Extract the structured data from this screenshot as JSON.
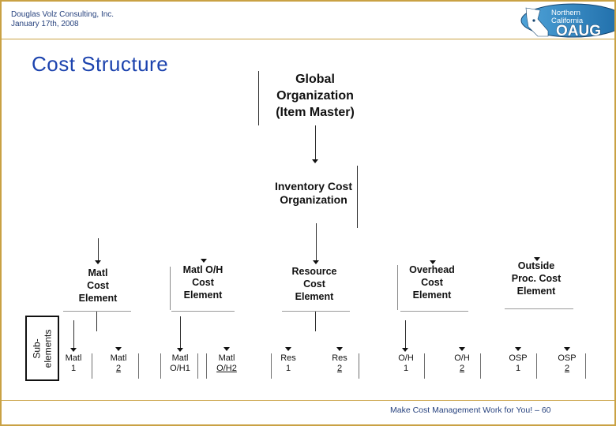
{
  "header": {
    "company": "Douglas Volz Consulting, Inc.",
    "date": "January 17th, 2008"
  },
  "logo": {
    "region_line1": "Northern",
    "region_line2": "California",
    "org": "OAUG"
  },
  "slide": {
    "title": "Cost Structure"
  },
  "diagram": {
    "root_label": "Global\nOrganization\n(Item Master)",
    "level2_label": "Inventory Cost\nOrganization",
    "cost_elements": [
      {
        "label": "Matl\nCost\nElement"
      },
      {
        "label": "Matl O/H\nCost\nElement"
      },
      {
        "label": "Resource\nCost\nElement"
      },
      {
        "label": "Overhead\nCost\nElement"
      },
      {
        "label": "Outside\nProc. Cost\nElement"
      }
    ],
    "side_box_label": "Sub-\nelements",
    "sub_elements": [
      {
        "line1": "Matl",
        "line2": "1",
        "underlined": false
      },
      {
        "line1": "Matl",
        "line2": "2",
        "underlined": true
      },
      {
        "line1": "Matl",
        "line2": "O/H1",
        "underlined": false
      },
      {
        "line1": "Matl",
        "line2": "O/H2",
        "underlined": true
      },
      {
        "line1": "Res",
        "line2": "1",
        "underlined": false
      },
      {
        "line1": "Res",
        "line2": "2",
        "underlined": true
      },
      {
        "line1": "O/H",
        "line2": "1",
        "underlined": false
      },
      {
        "line1": "O/H",
        "line2": "2",
        "underlined": true
      },
      {
        "line1": "OSP",
        "line2": "1",
        "underlined": false
      },
      {
        "line1": "OSP",
        "line2": "2",
        "underlined": true
      }
    ]
  },
  "footer": {
    "text": "Make Cost Management Work for You! – 60"
  },
  "colors": {
    "gold": "#C9A144",
    "navy": "#27427E",
    "title": "#1C43AE",
    "logo-blue-1": "#3F97CF",
    "logo-blue-2": "#1E6CA8",
    "logo-stroke": "#16456F"
  }
}
